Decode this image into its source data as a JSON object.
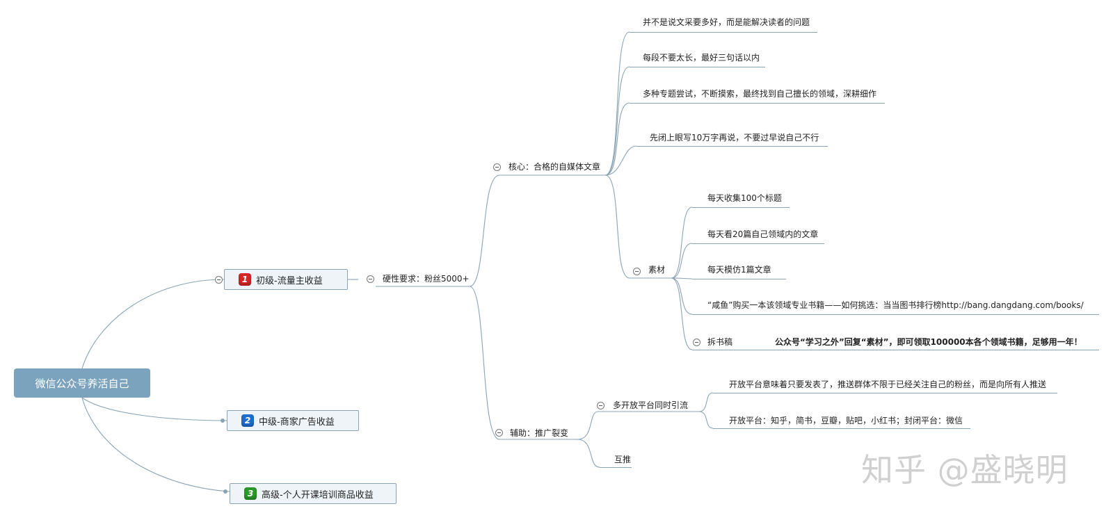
{
  "root": {
    "label": "微信公众号养活自己"
  },
  "levels": [
    {
      "num": "1",
      "label": "初级-流量主收益"
    },
    {
      "num": "2",
      "label": "中级-商家广告收益"
    },
    {
      "num": "3",
      "label": "高级-个人开课培训商品收益"
    }
  ],
  "requirement": "硬性要求：粉丝5000+",
  "core": {
    "label": "核心：合格的自媒体文章",
    "items": [
      "并不是说文采要多好，而是能解决读者的问题",
      "每段不要太长，最好三句话以内",
      "多种专题尝试，不断摸索，最终找到自己擅长的领域，深耕细作",
      "先闭上眼写10万字再说，不要过早说自己不行"
    ],
    "material": {
      "label": "素材",
      "items": [
        "每天收集100个标题",
        "每天看20篇自己领域内的文章",
        "每天模仿1篇文章",
        "“咸鱼”购买一本该领域专业书籍——如何挑选：当当图书排行榜http://bang.dangdang.com/books/"
      ],
      "dismantle": {
        "label": "拆书稿",
        "note": "公众号“学习之外”回复“素材”，即可领取100000本各个领域书籍，足够用一年！"
      }
    }
  },
  "aux": {
    "label": "辅助：推广裂变",
    "multi": {
      "label": "多开放平台同时引流",
      "items": [
        "开放平台意味着只要发表了，推送群体不限于已经关注自己的粉丝，而是向所有人推送",
        "开放平台：知乎，简书，豆瓣，贴吧，小红书；封闭平台：微信"
      ]
    },
    "mutual": "互推"
  },
  "watermark": "知乎 @盛晓明",
  "colors": {
    "line": "#8aa3b3",
    "root_bg": "#7ca3bd",
    "box_bg": "#eef4f8"
  }
}
